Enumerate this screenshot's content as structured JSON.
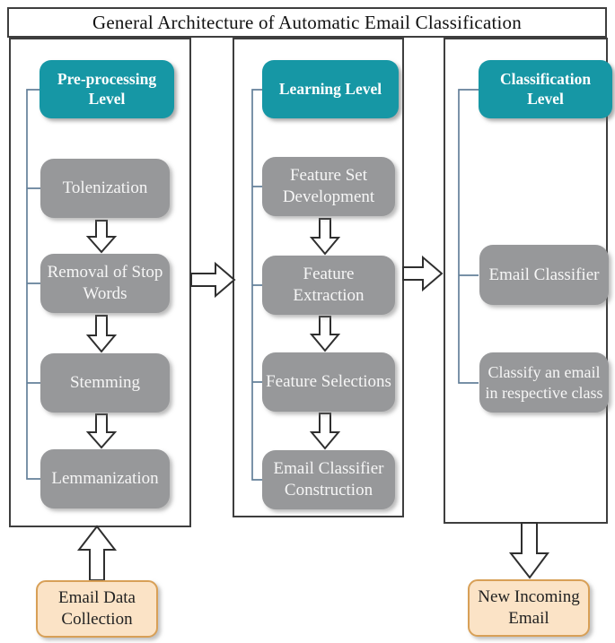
{
  "title": "General Architecture of Automatic Email Classification",
  "columns": [
    {
      "header": "Pre-processing Level",
      "steps": [
        "Tolenization",
        "Removal of Stop Words",
        "Stemming",
        "Lemmanization"
      ]
    },
    {
      "header": "Learning Level",
      "steps": [
        "Feature Set Development",
        "Feature Extraction",
        "Feature Selections",
        "Email Classifier Construction"
      ]
    },
    {
      "header": "Classification Level",
      "steps": [
        "Email Classifier",
        "Classify an email in respective class"
      ]
    }
  ],
  "external": {
    "input": "Email Data Collection",
    "output": "New Incoming Email"
  },
  "colors": {
    "teal": "#1697a5",
    "gray": "#97989a",
    "peach": "#fbe3c6",
    "peach_border": "#d8a057",
    "connector": "#64809a",
    "arrow_outline": "#2f2f2f",
    "panel_border": "#3e3e3e"
  }
}
